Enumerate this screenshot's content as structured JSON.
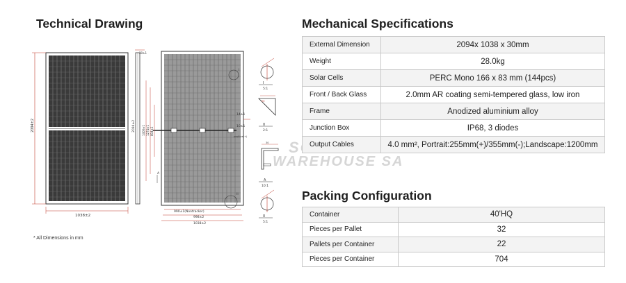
{
  "headings": {
    "technical_drawing": "Technical Drawing",
    "mechanical_specifications": "Mechanical Specifications",
    "packing_configuration": "Packing Configuration"
  },
  "mechanical_specs": [
    {
      "label": "External Dimension",
      "value": "2094x 1038 x 30mm"
    },
    {
      "label": "Weight",
      "value": "28.0kg"
    },
    {
      "label": "Solar Cells",
      "value": "PERC Mono 166 x 83 mm (144pcs)"
    },
    {
      "label": "Front / Back Glass",
      "value": "2.0mm AR coating semi-tempered glass, low iron"
    },
    {
      "label": "Frame",
      "value": "Anodized aluminium alloy"
    },
    {
      "label": "Junction Box",
      "value": "IP68, 3 diodes"
    },
    {
      "label": "Output Cables",
      "value": "4.0 mm², Portrait:255mm(+)/355mm(-);Landscape:1200mm"
    }
  ],
  "packing_config": [
    {
      "label": "Container",
      "value": "40'HQ"
    },
    {
      "label": "Pieces per Pallet",
      "value": "32"
    },
    {
      "label": "Pallets per Container",
      "value": "22"
    },
    {
      "label": "Pieces per Container",
      "value": "704"
    }
  ],
  "note": "* All Dimensions in mm",
  "watermark": {
    "line1": "SOLAR",
    "line2": "WAREHOUSE SA"
  },
  "drawing_labels": {
    "front_height": "2094±2",
    "front_width": "1038±2",
    "back_height": "2094±2",
    "back_thk": "30±1",
    "back_mount1": "1400±1",
    "back_mount2": "1274±1",
    "back_mount3": "804±1",
    "back_nontracker": "990±1(Nontracker)",
    "back_width_inner": "998±2",
    "back_width": "1038±2",
    "cable_len": "14±1",
    "cable_len2": "10±1",
    "positive": "positive(+)",
    "detail_i": "I",
    "detail_ii": "II",
    "detail_a": "A",
    "scale_i": "5:1",
    "scale_ii": "2:1",
    "scale_a": "10:1",
    "scale_b": "5:1",
    "section_a": "A",
    "profile_w": "30",
    "profile_t": "20"
  }
}
